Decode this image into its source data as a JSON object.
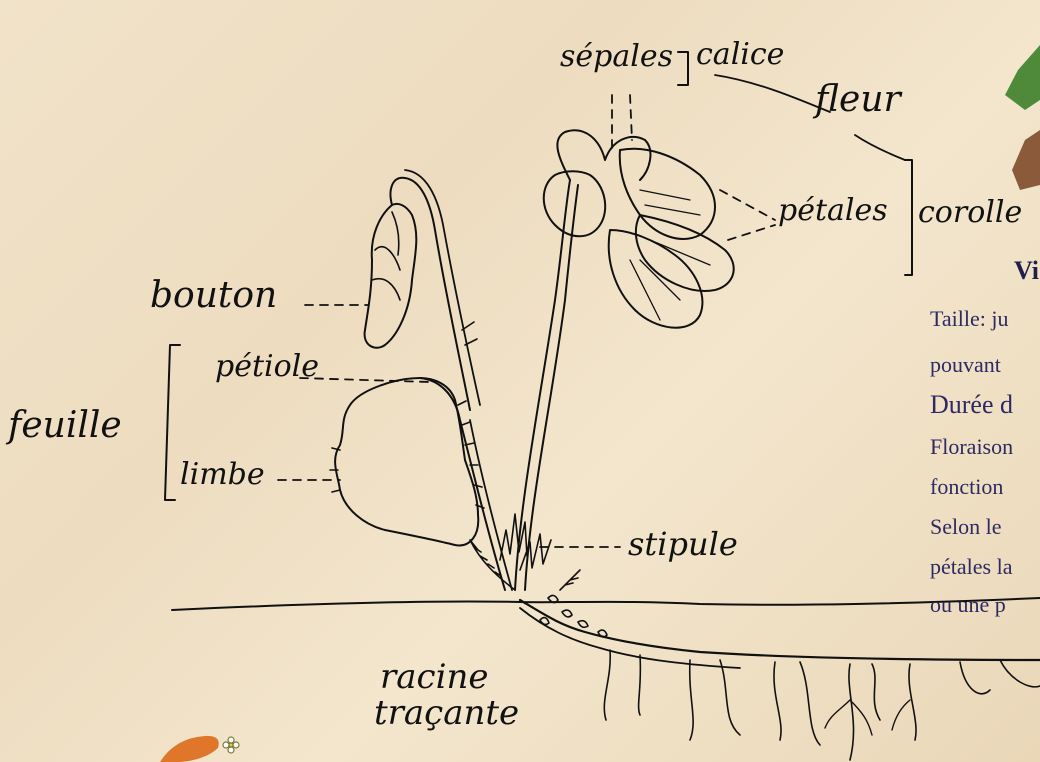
{
  "labels": {
    "sepales": "sépales",
    "calice": "calice",
    "fleur": "fleur",
    "petales": "pétales",
    "corolle": "corolle",
    "bouton": "bouton",
    "petiole": "pétiole",
    "feuille": "feuille",
    "limbe": "limbe",
    "stipule": "stipule",
    "racine_line1": "racine",
    "racine_line2": "traçante"
  },
  "sidebar": {
    "title": "Vi",
    "line1": "Taille: ju",
    "line2": "pouvant",
    "line3": "Durée d",
    "line4": "Floraison",
    "line5": "fonction",
    "line6": "Selon le",
    "line7": "pétales la",
    "line8": "ou une p"
  },
  "colors": {
    "ink": "#111111",
    "text_blue": "#2d2a63",
    "leaf_green": "#4f8a3a",
    "bark_brown": "#8a5a3a",
    "orange": "#e0762a"
  }
}
